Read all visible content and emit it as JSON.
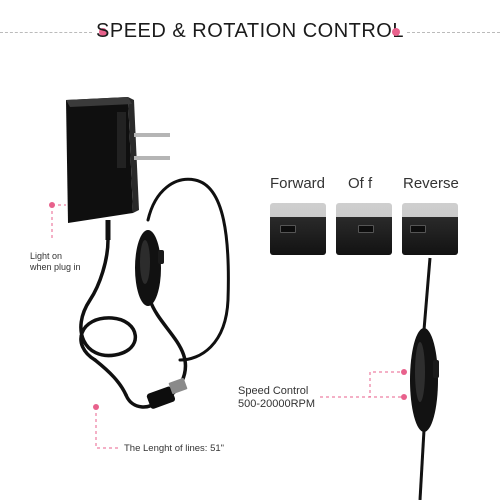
{
  "header": {
    "title": "SPEED & ROTATION CONTROL"
  },
  "modes": [
    {
      "label": "Forward"
    },
    {
      "label": "Of f"
    },
    {
      "label": "Reverse"
    }
  ],
  "callouts": {
    "light_line1": "Light on",
    "light_line2": "when plug in",
    "speed_line1": "Speed Control",
    "speed_line2": "500-20000RPM",
    "cable_length": "The Lenght of lines: 51\""
  },
  "colors": {
    "accent": "#e8618c",
    "product": "#141414"
  }
}
